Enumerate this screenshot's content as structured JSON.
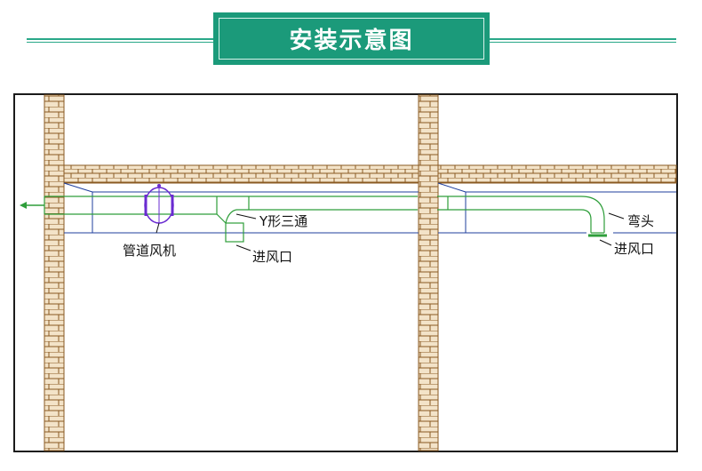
{
  "title": "安装示意图",
  "labels": {
    "fan": "管道风机",
    "y_tee": "Y形三通",
    "inlet_left": "进风口",
    "elbow": "弯头",
    "inlet_right": "进风口"
  },
  "colors": {
    "title_bg": "#1b9a7a",
    "title_line": "#2aa889",
    "brick_fill": "#f3e3c8",
    "brick_line": "#8a5a22",
    "duct": "#2e9e3a",
    "fan": "#6a2bd1",
    "frame": "#1a1a1a",
    "wall_blue": "#1f3f9e"
  }
}
